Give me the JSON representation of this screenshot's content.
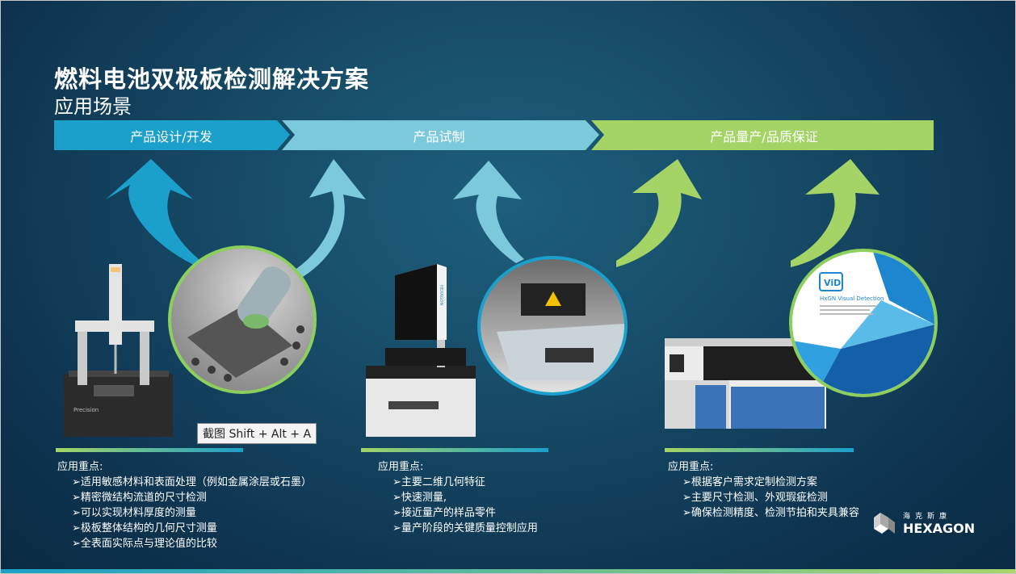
{
  "slide": {
    "title": "燃料电池双极板检测解决方案",
    "subtitle": "应用场景"
  },
  "stages": [
    {
      "label": "产品设计/开发",
      "color": "#1b9fcb"
    },
    {
      "label": "产品试制",
      "color": "#7cc9dc"
    },
    {
      "label": "产品量产/品质保证",
      "color": "#a4d465"
    }
  ],
  "columns": [
    {
      "heading": "应用重点:",
      "items": [
        "➢适用敏感材料和表面处理（例如金属涂层或石墨）",
        "➢精密微结构流道的尺寸检测",
        "➢可以实现材料厚度的测量",
        "➢极板整体结构的几何尺寸测量",
        "➢全表面实际点与理论值的比较"
      ]
    },
    {
      "heading": "应用重点:",
      "items": [
        "➢主要二维几何特征",
        "➢快速测量,",
        "➢接近量产的样品零件",
        "➢量产阶段的关键质量控制应用"
      ]
    },
    {
      "heading": "应用重点:",
      "items": [
        "➢根据客户需求定制检测方案",
        "➢主要尺寸检测、外观瑕疵检测",
        "➢确保检测精度、检测节拍和夹具兼容"
      ]
    }
  ],
  "images": {
    "cmm_label": "Precision",
    "vision_label": "HEXAGON",
    "vid_badge": "ViD",
    "vid_title": "HxGN Visual Detection"
  },
  "tooltip": "截图 Shift + Alt + A",
  "logo": {
    "cn": "海克斯康",
    "en": "HEXAGON"
  },
  "colors": {
    "blue": "#1b9fcb",
    "lightblue": "#7cc9dc",
    "green": "#a4d465",
    "circle_border": "#8ccf5d"
  }
}
